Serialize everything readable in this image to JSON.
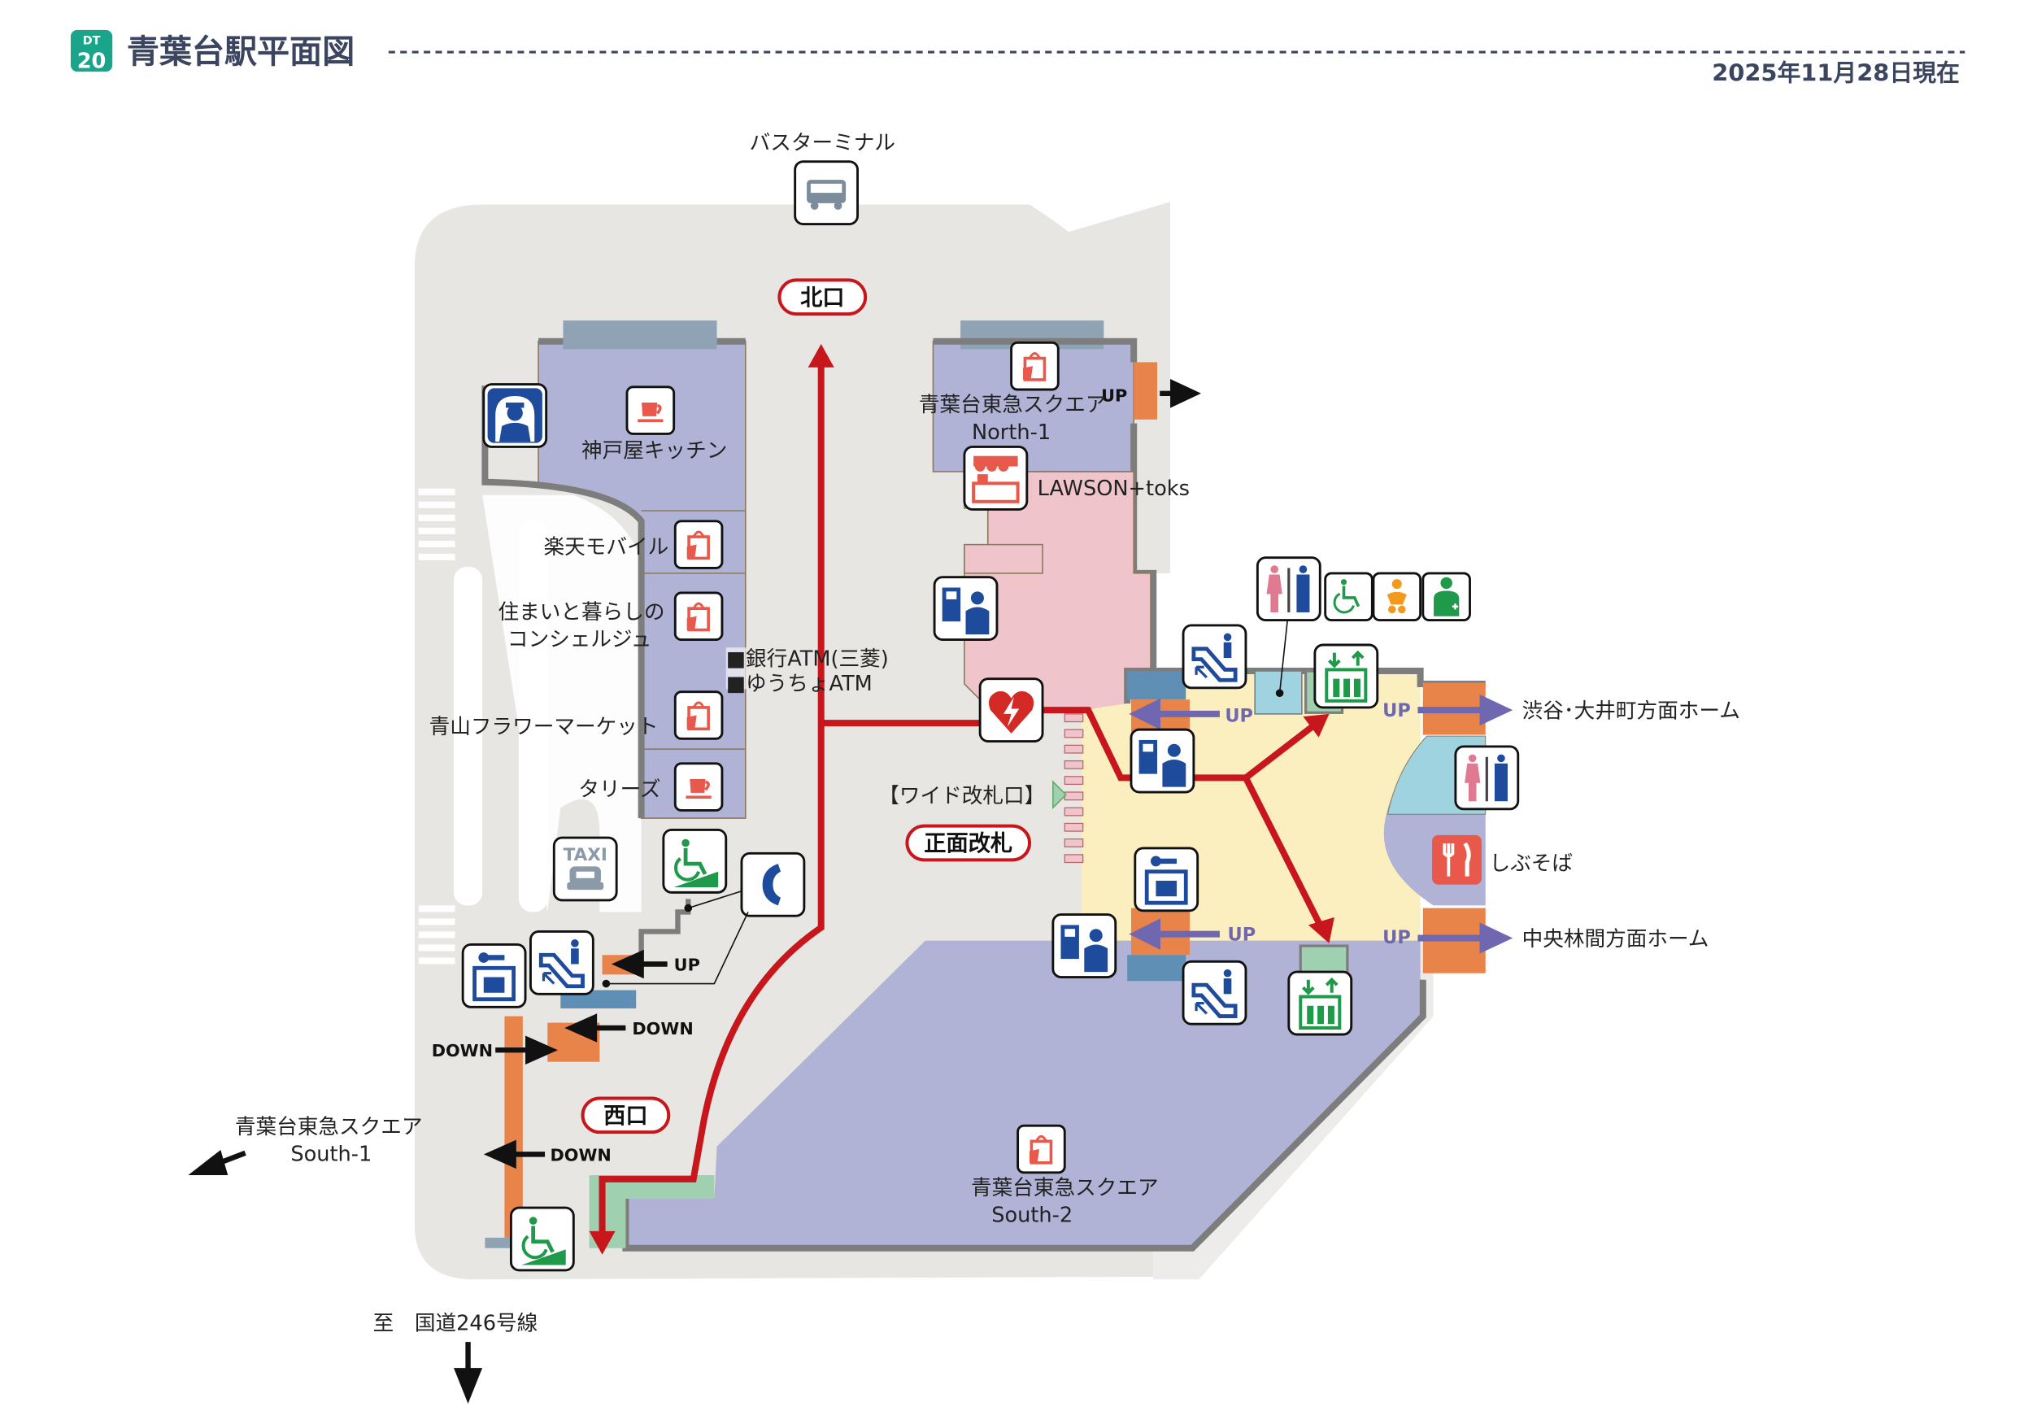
{
  "header": {
    "line_badge": {
      "line_code": "DT",
      "number": "20",
      "color": "#1aa58a"
    },
    "title": "青葉台駅平面図",
    "as_of_date": "2025年11月28日現在"
  },
  "colors": {
    "route": "#c8161d",
    "commercial": "#b0b3d6",
    "concourse": "#fbefc0",
    "convenience": "#f0c4cb",
    "plaza": "#e8e6e3",
    "platform_arrow": "#6f67b0",
    "stairs": "#e8834a"
  },
  "exits": {
    "north": "北口",
    "main_gate": "正面改札",
    "west": "西口",
    "wide_gate": "【ワイド改札口】"
  },
  "labels": {
    "bus_terminal": "バスターミナル",
    "kobeya": "神戸屋キッチン",
    "rakuten": "楽天モバイル",
    "sumai_1": "住まいと暮らしの",
    "sumai_2": "コンシェルジュ",
    "atm_bank": "■銀行ATM(三菱)",
    "atm_yucho": "■ゆうちょATM",
    "aoyama_flower": "青山フラワーマーケット",
    "tullys": "タリーズ",
    "north1_1": "青葉台東急スクエア",
    "north1_2": "North-1",
    "lawson": "LAWSON+toks",
    "south2_1": "青葉台東急スクエア",
    "south2_2": "South-2",
    "south1_1": "青葉台東急スクエア",
    "south1_2": "South-1",
    "route246": "至　国道246号線",
    "platform_shibuya": "渋谷･大井町方面ホーム",
    "platform_chuo": "中央林間方面ホーム",
    "shibusoba": "しぶそば"
  },
  "directions": {
    "up": "UP",
    "down": "DOWN"
  },
  "taxi_logo": "TAXI",
  "icons": [
    "bus-icon",
    "police-box-icon",
    "cafe-icon",
    "shop-icon",
    "taxi-icon",
    "wheelchair-slope-icon",
    "phone-icon",
    "coin-locker-icon",
    "escalator-icon",
    "convenience-store-icon",
    "ticket-machine-icon",
    "aed-icon",
    "toilet-icon",
    "accessible-toilet-icon",
    "baby-care-icon",
    "nursing-room-icon",
    "elevator-icon",
    "restaurant-icon"
  ]
}
